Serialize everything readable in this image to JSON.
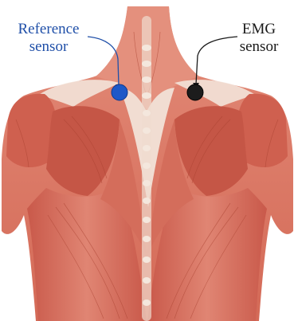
{
  "labels": {
    "reference": {
      "line1": "Reference",
      "line2": "sensor"
    },
    "emg": {
      "line1": "EMG",
      "line2": "sensor"
    }
  },
  "colors": {
    "reference_accent": "#1f4fa8",
    "reference_marker": "#1d58c8",
    "emg_accent": "#1a1a1a",
    "emg_marker": "#1c1c1c",
    "muscle": "#d8705e",
    "muscle_dark": "#b94a3a",
    "tendon": "#f2e2d8",
    "spine": "#efe3d8"
  },
  "icons": {
    "reference_marker": "filled-circle",
    "emg_marker": "filled-circle"
  }
}
